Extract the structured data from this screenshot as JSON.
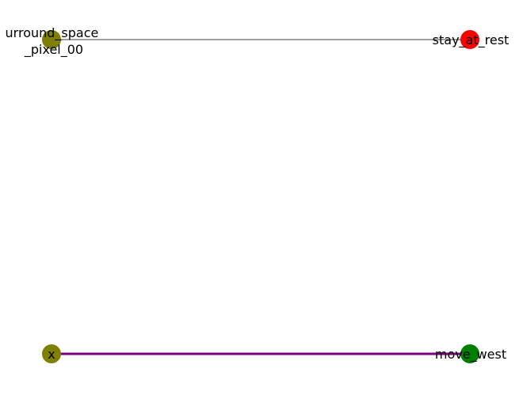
{
  "graph": {
    "nodes": [
      {
        "id": "surround",
        "label_lines": [
          "urround_space",
          "_pixel_00"
        ],
        "color": "#808000"
      },
      {
        "id": "stay",
        "label_lines": [
          "stay_at_rest"
        ],
        "color": "#ff0000"
      },
      {
        "id": "x",
        "label_lines": [
          "x"
        ],
        "color": "#808000"
      },
      {
        "id": "move",
        "label_lines": [
          "move_west"
        ],
        "color": "#008000"
      }
    ],
    "edges": [
      {
        "source": "surround",
        "target": "stay",
        "color": "#000000"
      },
      {
        "source": "x",
        "target": "move",
        "color": "#800080"
      }
    ]
  }
}
